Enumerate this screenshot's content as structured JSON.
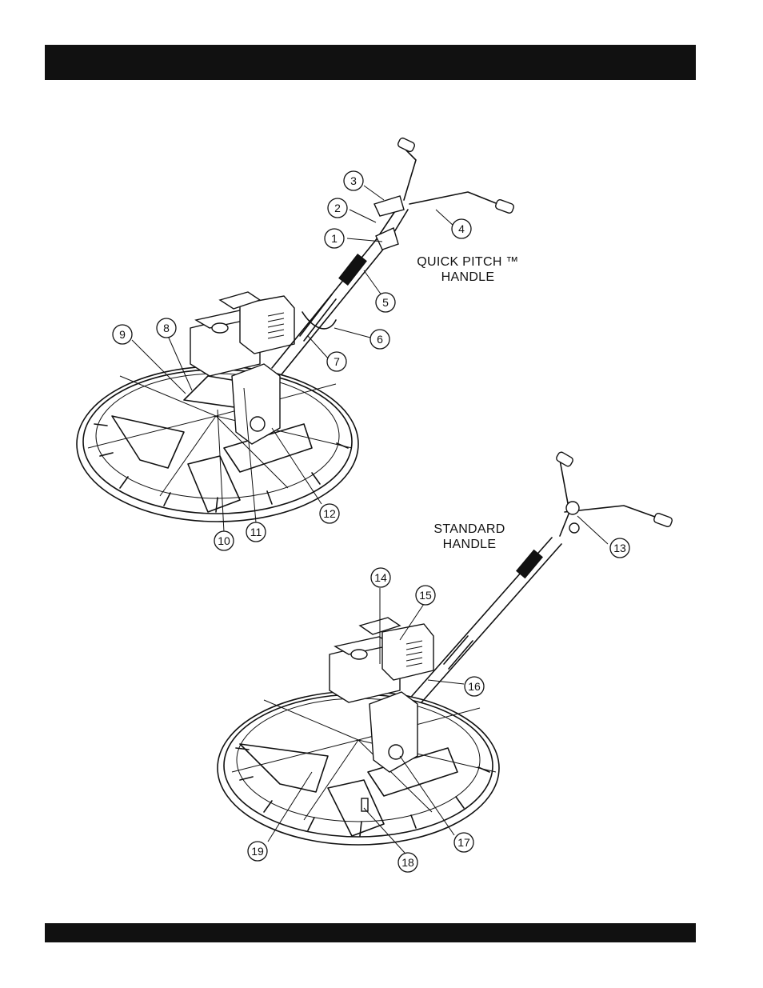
{
  "labels": {
    "quick_pitch_line1": "QUICK PITCH ™",
    "quick_pitch_line2": "HANDLE",
    "standard_line1": "STANDARD",
    "standard_line2": "HANDLE"
  },
  "callouts_top": [
    "1",
    "2",
    "3",
    "4",
    "5",
    "6",
    "7",
    "8",
    "9",
    "10",
    "11",
    "12"
  ],
  "callouts_bottom": [
    "13",
    "14",
    "15",
    "16",
    "17",
    "18",
    "19"
  ]
}
